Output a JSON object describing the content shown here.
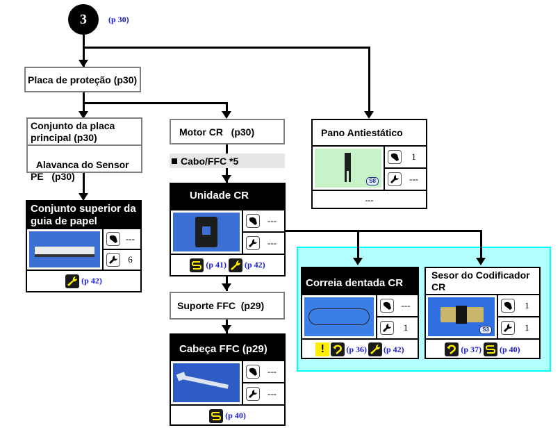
{
  "start": {
    "number": "3",
    "page_ref": "(p 30)"
  },
  "nodes": {
    "placa_protecao": {
      "label": "Placa de proteção (p30)"
    },
    "conjunto_placa": {
      "label": "Conjunto da placa principal (p30)"
    },
    "alavanca_sensor": {
      "label": "Alavanca do Sensor PE   (p30)"
    },
    "conjunto_superior": {
      "title": "Conjunto superior da guia de papel",
      "screws": "---",
      "tools": "6",
      "footer": [
        {
          "icon": "wrench-icon",
          "ref": "(p 42)"
        }
      ]
    },
    "motor_cr": {
      "label": "Motor CR   (p30)"
    },
    "cabo_ffc": {
      "label": "Cabo/FFC *5"
    },
    "unidade_cr": {
      "title": "Unidade CR",
      "screws": "---",
      "tools": "---",
      "footer": [
        {
          "icon": "routing-icon",
          "ref": "(p 41)"
        },
        {
          "icon": "wrench-icon",
          "ref": "(p 42)"
        }
      ]
    },
    "suporte_ffc": {
      "label": "Suporte FFC  (p29)"
    },
    "cabeca_ffc": {
      "title": "Cabeça FFC (p29)",
      "screws": "---",
      "tools": "---",
      "footer": [
        {
          "icon": "routing-icon",
          "ref": "(p 40)"
        }
      ]
    },
    "pano_antiestatico": {
      "title": "Pano Antiestático",
      "screws": "1",
      "tools": "---",
      "badge": "S8",
      "footer_text": "---"
    },
    "correia_dentada": {
      "title": "Correia dentada CR",
      "screws": "---",
      "tools": "1",
      "footer": [
        {
          "icon": "warning-icon"
        },
        {
          "icon": "reassembly-icon",
          "ref": "(p 36)"
        },
        {
          "icon": "wrench-icon",
          "ref": "(p 42)"
        }
      ]
    },
    "sensor_codificador": {
      "title": "Sesor do Codificador CR",
      "screws": "1",
      "tools": "1",
      "badge": "S3",
      "footer": [
        {
          "icon": "reassembly-icon",
          "ref": "(p 37)"
        },
        {
          "icon": "routing-icon",
          "ref": "(p 40)"
        }
      ]
    }
  },
  "colors": {
    "ref_blue": "#1a1ad0",
    "group_cyan": "#b3ffff",
    "group_border": "#00ffff",
    "icon_yellow": "#ffee00"
  }
}
